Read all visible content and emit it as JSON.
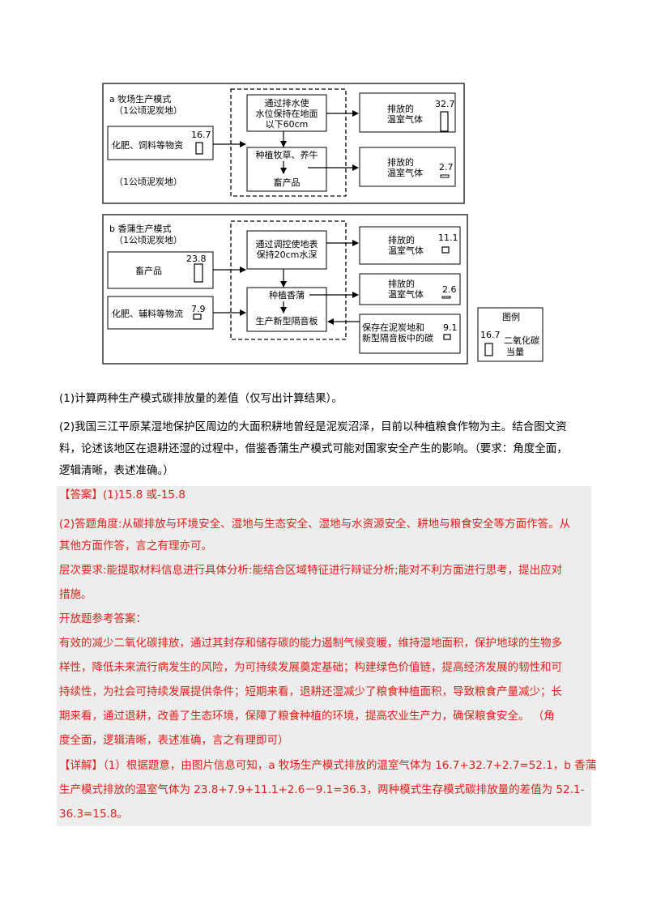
{
  "diagram": {
    "a": {
      "title": "a 牧场生产模式",
      "subtitle": "（1公顷泥炭地）",
      "bottom_note": "（1公顷泥炭地）",
      "input": {
        "label": "化肥、饲料等物资",
        "value": "16.7"
      },
      "step1": [
        "通过排水使",
        "水位保持在地面",
        "以下60cm"
      ],
      "step2": "种植牧草、养牛",
      "step3": "畜产品",
      "out1": {
        "label": [
          "排放的",
          "温室气体"
        ],
        "value": "32.7"
      },
      "out2": {
        "label": [
          "排放的",
          "温室气体"
        ],
        "value": "2.7"
      }
    },
    "b": {
      "title": "b 香蒲生产模式",
      "subtitle": "（1公顷泥炭地）",
      "input1": {
        "label": "畜产品",
        "value": "23.8"
      },
      "input2": {
        "label": "化肥、辅料等物流",
        "value": "7.9"
      },
      "step1": [
        "通过调控使地表",
        "保持20cm水深"
      ],
      "step2": "种植香蒲",
      "step3": "生产新型隔音板",
      "out1": {
        "label": [
          "排放的",
          "温室气体"
        ],
        "value": "11.1"
      },
      "out2": {
        "label": [
          "排放的",
          "温室气体"
        ],
        "value": "2.6"
      },
      "out3": {
        "label": [
          "保存在泥炭地和",
          "新型隔音板中的碳"
        ],
        "value": "9.1"
      }
    },
    "legend": {
      "title": "图例",
      "value": "16.7",
      "label": [
        "二氧化碳",
        "当量"
      ]
    }
  },
  "questions": {
    "q1": "(1)计算两种生产模式碳排放量的差值（仅写出计算结果）。",
    "q2": [
      "(2)我国三江平原某湿地保护区周边的大面积耕地曾经是泥炭沼泽，目前以种植粮食作物为主。结合图文资",
      "料，论述该地区在退耕还湿的过程中，借鉴香蒲生产模式可能对国家安全产生的影响。（要求：角度全面，",
      "逻辑清晰，表述准确。）"
    ]
  },
  "answer": {
    "line1": "【答案】(1)15.8 或-15.8",
    "part2": [
      "(2)答题角度:从碳排放与环境安全、湿地与生态安全、湿地与水资源安全、耕地与粮食安全等方面作答。从",
      "其他方面作答，言之有理亦可。"
    ],
    "levels": [
      "层次要求:能提取材料信息进行具体分析:能结合区域特征进行辩证分析;能对不利方面进行思考，提出应对",
      "措施。"
    ],
    "open_title": "开放题参考答案：",
    "open": [
      "有效的减少二氧化碳排放，通过其封存和储存碳的能力遏制气候变暖，维持湿地面积，保护地球的生物多",
      "样性，降低未来流行病发生的风险，为可持续发展奠定基础；构建绿色价值链，提高经济发展的韧性和可",
      "持续性，为社会可持续发展提供条件；短期来看，退耕还湿减少了粮食种植面积，导致粮食产量减少；长",
      "期来看，通过退耕，改善了生态环境，保障了粮食种植的环境，提高农业生产力，确保粮食安全。  （角",
      "度全面，逻辑清晰，表述准确，言之有理即可）"
    ],
    "detail": [
      "【详解】（1）根据题意，由图片信息可知，a 牧场生产模式排放的温室气体为 16.7+32.7+2.7=52.1，b 香蒲",
      "生产模式排放的温室气体为 23.8+7.9+11.1+2.6－9.1=36.3，两种模式生存模式碳排放量的差值为 52.1-",
      "36.3=15.8。"
    ]
  }
}
